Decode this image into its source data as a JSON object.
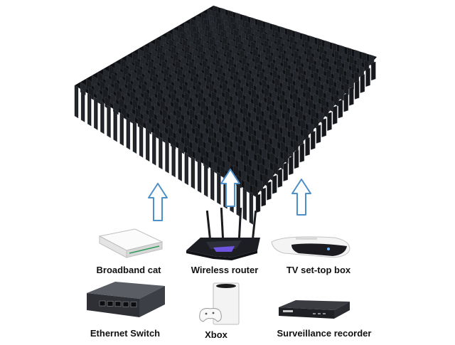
{
  "devices": [
    {
      "id": "broadband-cat",
      "label": "Broadband cat",
      "icon": "modem-icon"
    },
    {
      "id": "wireless-router",
      "label": "Wireless router",
      "icon": "router-icon"
    },
    {
      "id": "tv-set-top-box",
      "label": "TV set-top box",
      "icon": "set-top-box-icon"
    },
    {
      "id": "ethernet-switch",
      "label": "Ethernet Switch",
      "icon": "network-switch-icon"
    },
    {
      "id": "xbox",
      "label": "Xbox",
      "icon": "game-console-icon"
    },
    {
      "id": "surveillance-recorder",
      "label": "Surveillance recorder",
      "icon": "video-recorder-icon"
    }
  ],
  "colors": {
    "heatsink": "#1a1c20",
    "arrow_outline": "#4f8fc8",
    "arrow_fill": "#ffffff",
    "router_accent": "#7b5cff"
  }
}
